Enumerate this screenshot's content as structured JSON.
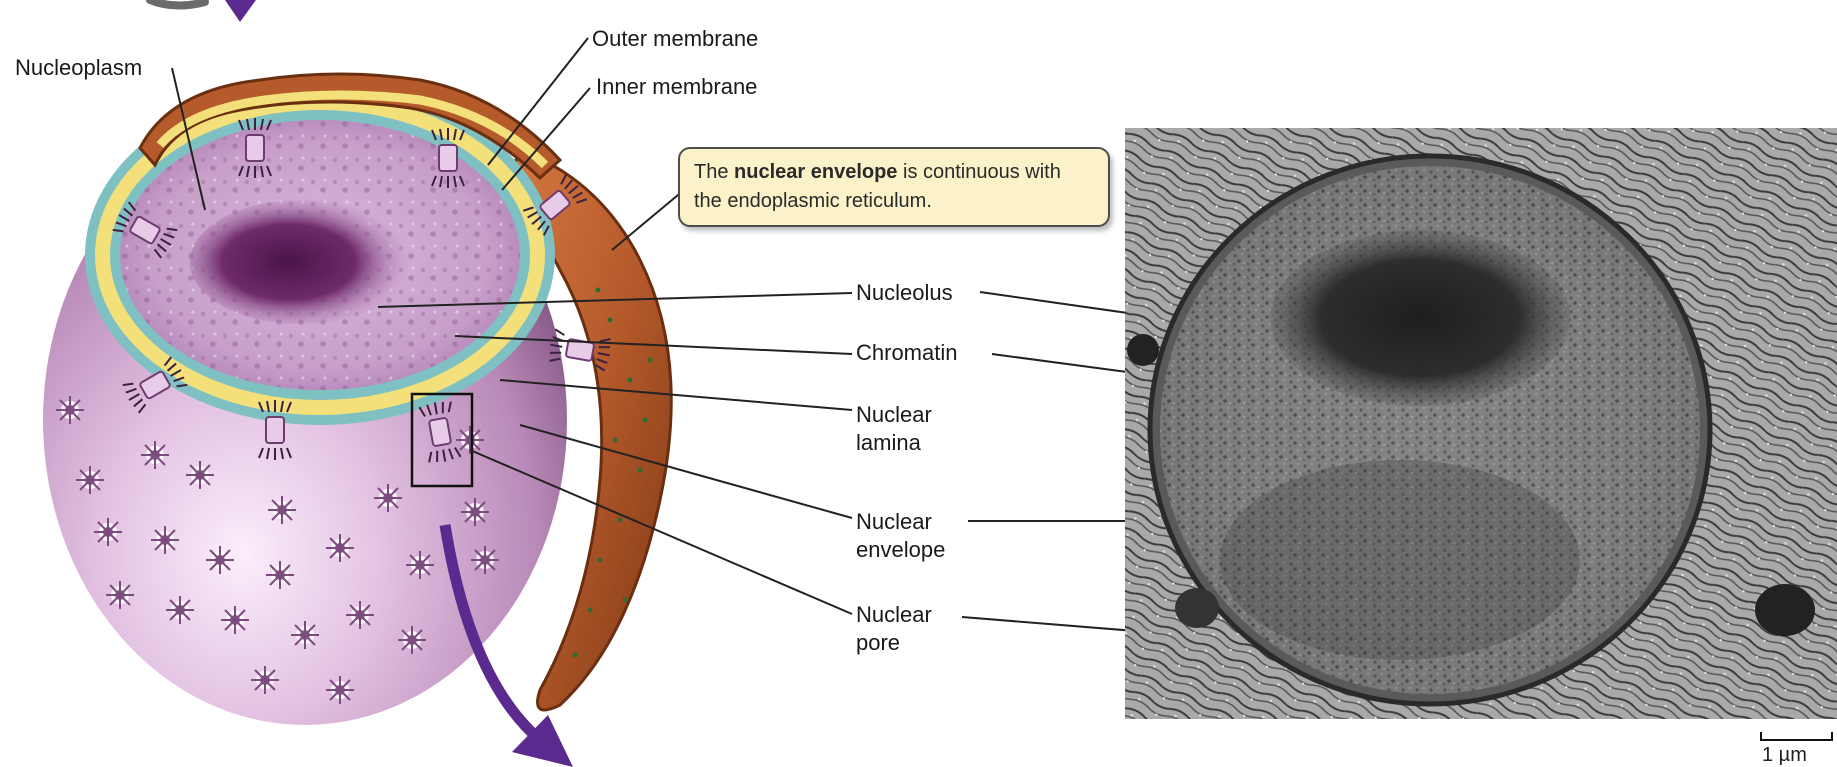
{
  "labels": {
    "nucleoplasm": "Nucleoplasm",
    "outer_membrane": "Outer membrane",
    "inner_membrane": "Inner membrane",
    "nucleolus": "Nucleolus",
    "chromatin": "Chromatin",
    "nuclear_lamina": "Nuclear lamina",
    "nuclear_envelope": "Nuclear envelope",
    "nuclear_pore": "Nuclear pore"
  },
  "callout": {
    "prefix": "The ",
    "bold": "nuclear envelope",
    "suffix": " is continuous with the endoplasmic reticulum."
  },
  "scale_bar": {
    "label": "1 µm"
  },
  "colors": {
    "nucleus_purple": "#b98ab8",
    "nucleolus": "#6e2a6c",
    "envelope_yellow": "#f3e07a",
    "membrane_teal": "#7fc0c3",
    "er_brown": "#b55a2b",
    "callout_bg": "#fbf2c9",
    "pointer_arrow": "#5a2a8e"
  }
}
